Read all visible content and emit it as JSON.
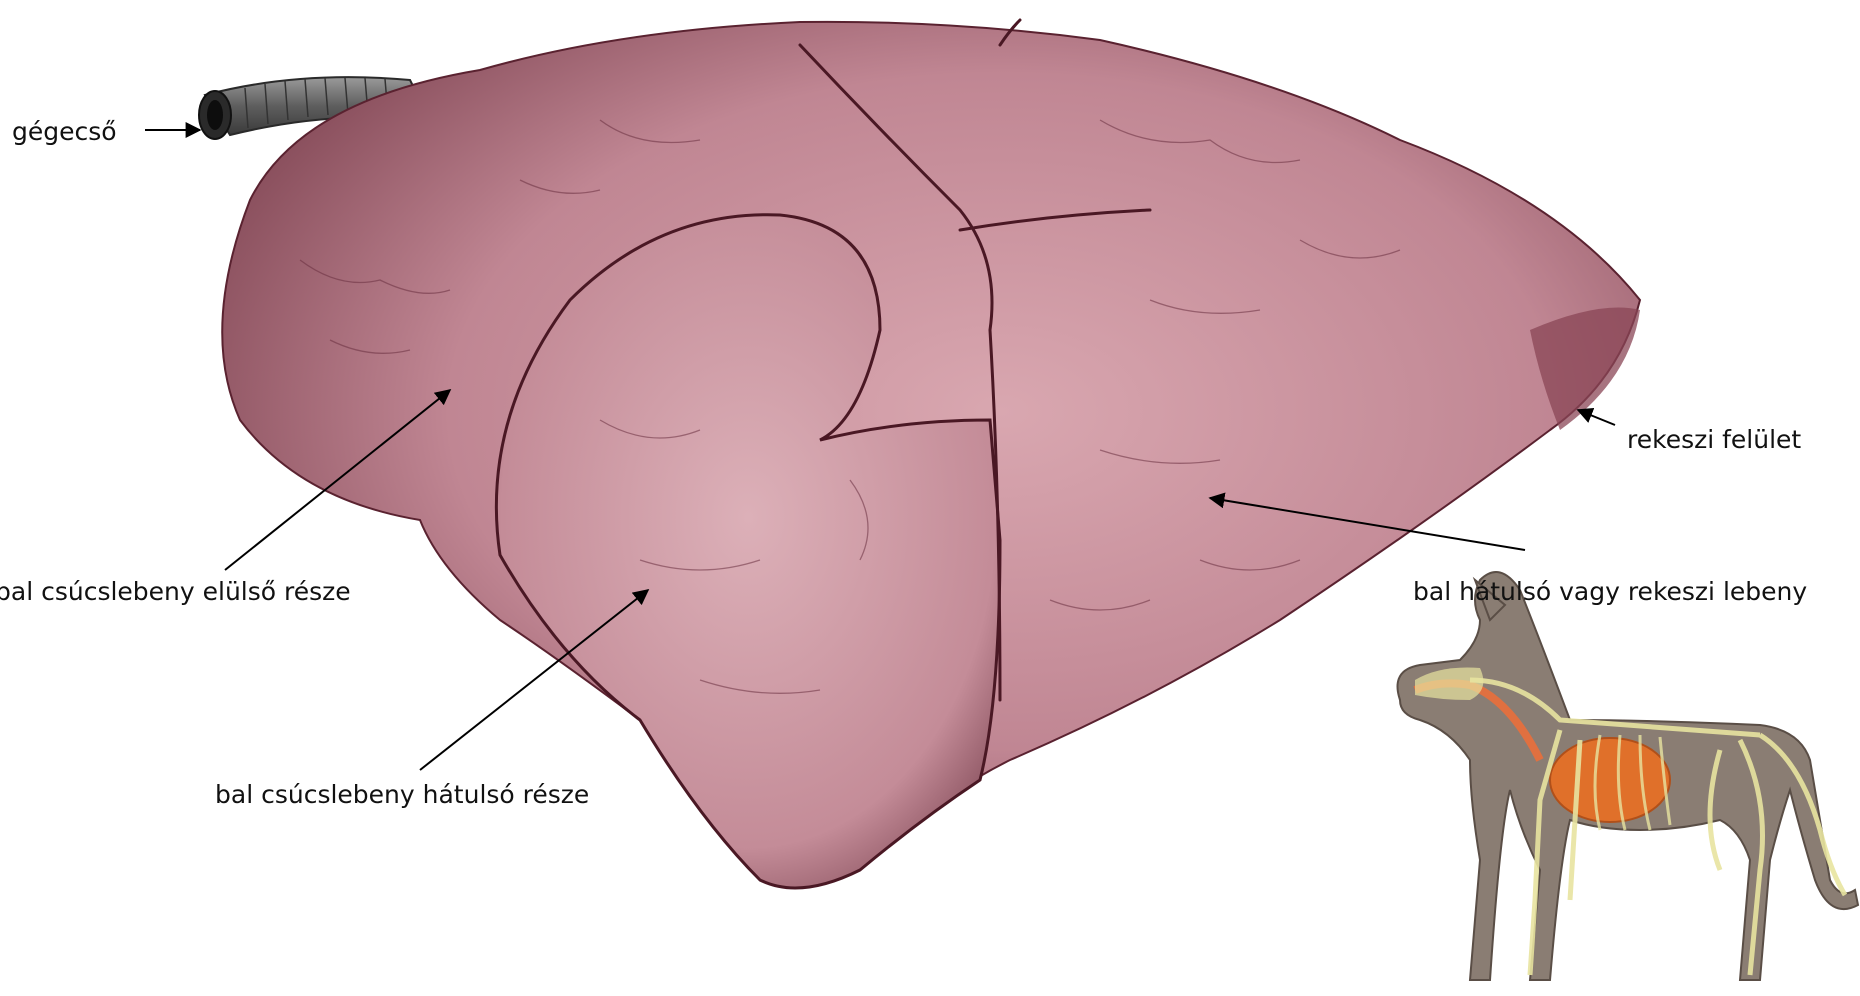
{
  "labels": {
    "trachea": "gégecső",
    "diaphragmatic_surface": "rekeszi felület",
    "cranial_lobe_front": "bal csúcslebeny elülső része",
    "caudal_lobe": "bal hátulsó vagy rekeszi lebeny",
    "cranial_lobe_rear": "bal csúcslebeny hátulsó része"
  },
  "colors": {
    "lung": "#c58a96",
    "lung_dark": "#6e3644",
    "trachea": "#6b6b6b",
    "dog_body": "#8a7d73",
    "skeleton": "#e8e4a0",
    "dog_lung": "#e0702a"
  }
}
